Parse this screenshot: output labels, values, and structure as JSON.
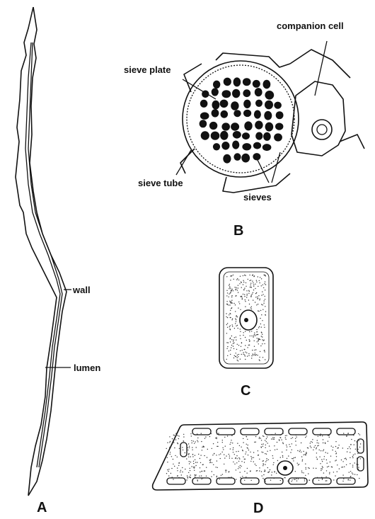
{
  "figure": {
    "panels": [
      {
        "id": "A",
        "letter": "A",
        "labels": {
          "wall": "wall",
          "lumen": "lumen"
        }
      },
      {
        "id": "B",
        "letter": "B",
        "labels": {
          "companion_cell": "companion cell",
          "sieve_plate": "sieve plate",
          "sieve_tube": "sieve tube",
          "sieves": "sieves"
        }
      },
      {
        "id": "C",
        "letter": "C"
      },
      {
        "id": "D",
        "letter": "D"
      }
    ]
  },
  "colors": {
    "ink": "#111111",
    "background": "#ffffff"
  }
}
